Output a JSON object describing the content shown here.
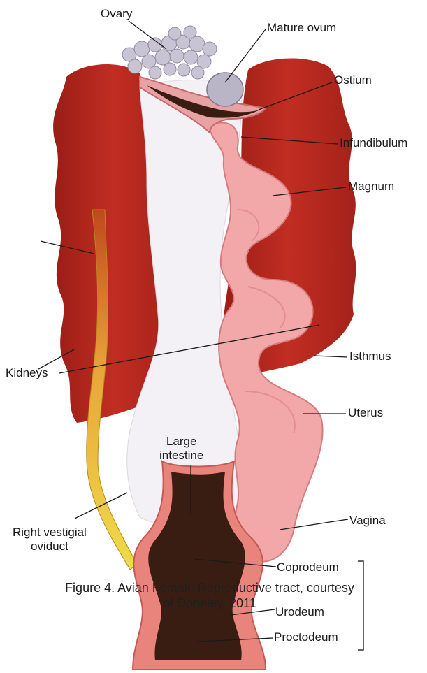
{
  "labels": {
    "ovary": "Ovary",
    "mature_ovum": "Mature ovum",
    "ostium": "Ostium",
    "infundibulum": "Infundibulum",
    "magnum": "Magnum",
    "isthmus": "Isthmus",
    "uterus": "Uterus",
    "kidneys": "Kidneys",
    "large_intestine": "Large\nintestine",
    "vagina": "Vagina",
    "right_vestigial_oviduct": "Right vestigial\noviduct",
    "coprodeum": "Coprodeum",
    "urodeum": "Urodeum",
    "proctodeum": "Proctodeum"
  },
  "caption": {
    "line1": "Figure 4. Avian Female Reproductive tract, courtesy",
    "line2": "of  Doneley, 2011"
  },
  "colors": {
    "kidney": "#b8271f",
    "kidney_dark": "#8e1a14",
    "oviduct": "#f2a7a6",
    "oviduct_edge": "#d77b7d",
    "membrane": "#f3f1f5",
    "ovary": "#c7c3d3",
    "vestigial": "#e8cb3e",
    "cloaca_wall": "#e8817a",
    "cloaca_lumen": "#3a1d12"
  }
}
